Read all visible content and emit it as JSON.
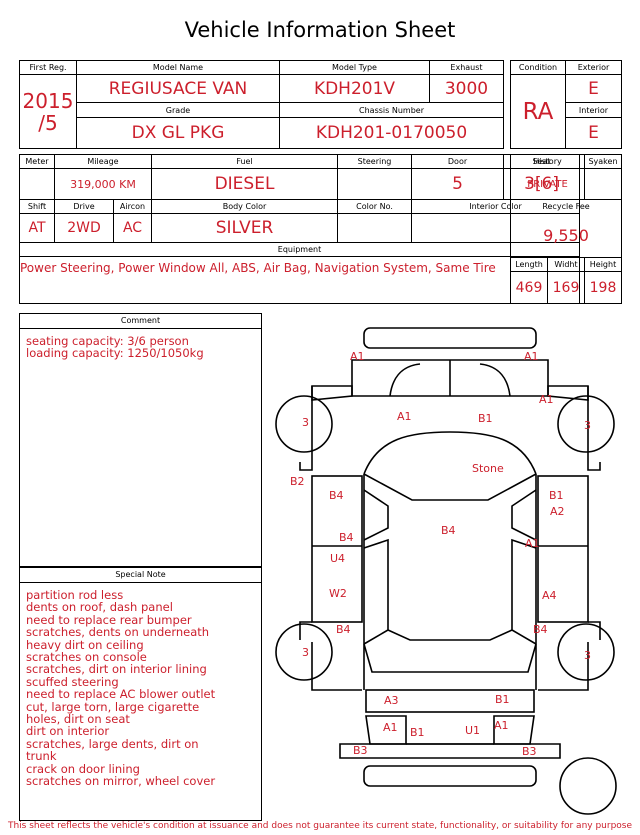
{
  "title": "Vehicle Information Sheet",
  "top": {
    "labels": {
      "first_reg": "First Reg.",
      "model_name": "Model Name",
      "model_type": "Model Type",
      "exhaust": "Exhaust",
      "grade": "Grade",
      "chassis": "Chassis Number"
    },
    "first_reg_year": "2015",
    "first_reg_month": "/5",
    "model_name": "REGIUSACE VAN",
    "model_type": "KDH201V",
    "exhaust": "3000",
    "grade": "DX GL PKG",
    "chassis": "KDH201-0170050"
  },
  "condition": {
    "labels": {
      "condition": "Condition",
      "exterior": "Exterior",
      "interior": "Interior"
    },
    "grade": "RA",
    "exterior": "E",
    "interior": "E"
  },
  "spec": {
    "labels": {
      "meter": "Meter",
      "mileage": "Mileage",
      "fuel": "Fuel",
      "steering": "Steering",
      "door": "Door",
      "seat": "Seat",
      "shift": "Shift",
      "drive": "Drive",
      "aircon": "Aircon",
      "body_color": "Body Color",
      "color_no": "Color No.",
      "interior_color": "Interior Color",
      "equipment": "Equipment"
    },
    "meter": "",
    "mileage": "319,000 KM",
    "fuel": "DIESEL",
    "steering": "",
    "door": "5",
    "seat": "3[6]",
    "shift": "AT",
    "drive": "2WD",
    "aircon": "AC",
    "body_color": "SILVER",
    "color_no": "",
    "interior_color": "",
    "equipment": "Power Steering, Power Window  All, ABS, Air Bag, Navigation System, Same Tire"
  },
  "history": {
    "labels": {
      "history": "History",
      "syaken": "Syaken",
      "recycle": "Recycle Fee",
      "length": "Length",
      "width": "Widht",
      "height": "Height"
    },
    "history": "PRIVATE",
    "syaken": "",
    "recycle_fee": "9,550",
    "length": "469",
    "width": "169",
    "height": "198"
  },
  "comment": {
    "label": "Comment",
    "lines": [
      "seating capacity: 3/6 person",
      "loading capacity: 1250/1050kg"
    ]
  },
  "special_note": {
    "label": "Special Note",
    "lines": [
      "partition rod less",
      "dents on roof, dash panel",
      "need to replace rear bumper",
      "scratches, dents on underneath",
      "heavy dirt on ceiling",
      "scratches on console",
      "scratches, dirt on interior lining",
      "scuffed steering",
      "need to replace AC blower outlet",
      "cut, large torn, large cigarette",
      "holes, dirt on seat",
      "dirt on interior",
      "scratches, large dents, dirt on",
      "trunk",
      "crack on door lining",
      "scratches on mirror, wheel cover"
    ]
  },
  "diagram_marks": {
    "front_bumper_left": "A1",
    "front_bumper_right": "A1",
    "hood_left": "A1",
    "hood_right": "B1",
    "front_fender_right": "A1",
    "windshield": "Stone",
    "wheel_fl": "3",
    "wheel_fr": "3",
    "wheel_rl": "3",
    "wheel_rr": "3",
    "left_pillar": "B2",
    "left_door_front_upper": "B4",
    "left_door_front_lower": "B4",
    "left_door_rear_upper": "U4",
    "left_door_rear_mid": "W2",
    "left_quarter": "B4",
    "roof": "B4",
    "right_front_upper": "B1",
    "right_front_mid": "A2",
    "right_front_low": "A1",
    "right_rear_mid": "A4",
    "right_quarter": "B4",
    "rear_upper_left": "A3",
    "rear_upper_right": "B1",
    "rear_lower_a": "A1",
    "rear_lower_b": "B1",
    "rear_lower_c": "U1",
    "rear_lower_d": "A1",
    "rear_bumper_left": "B3",
    "rear_bumper_right": "B3"
  },
  "footer": "This sheet reflects the vehicle's condition at issuance and does not guarantee its current state, functionality, or suitability for any purpose"
}
